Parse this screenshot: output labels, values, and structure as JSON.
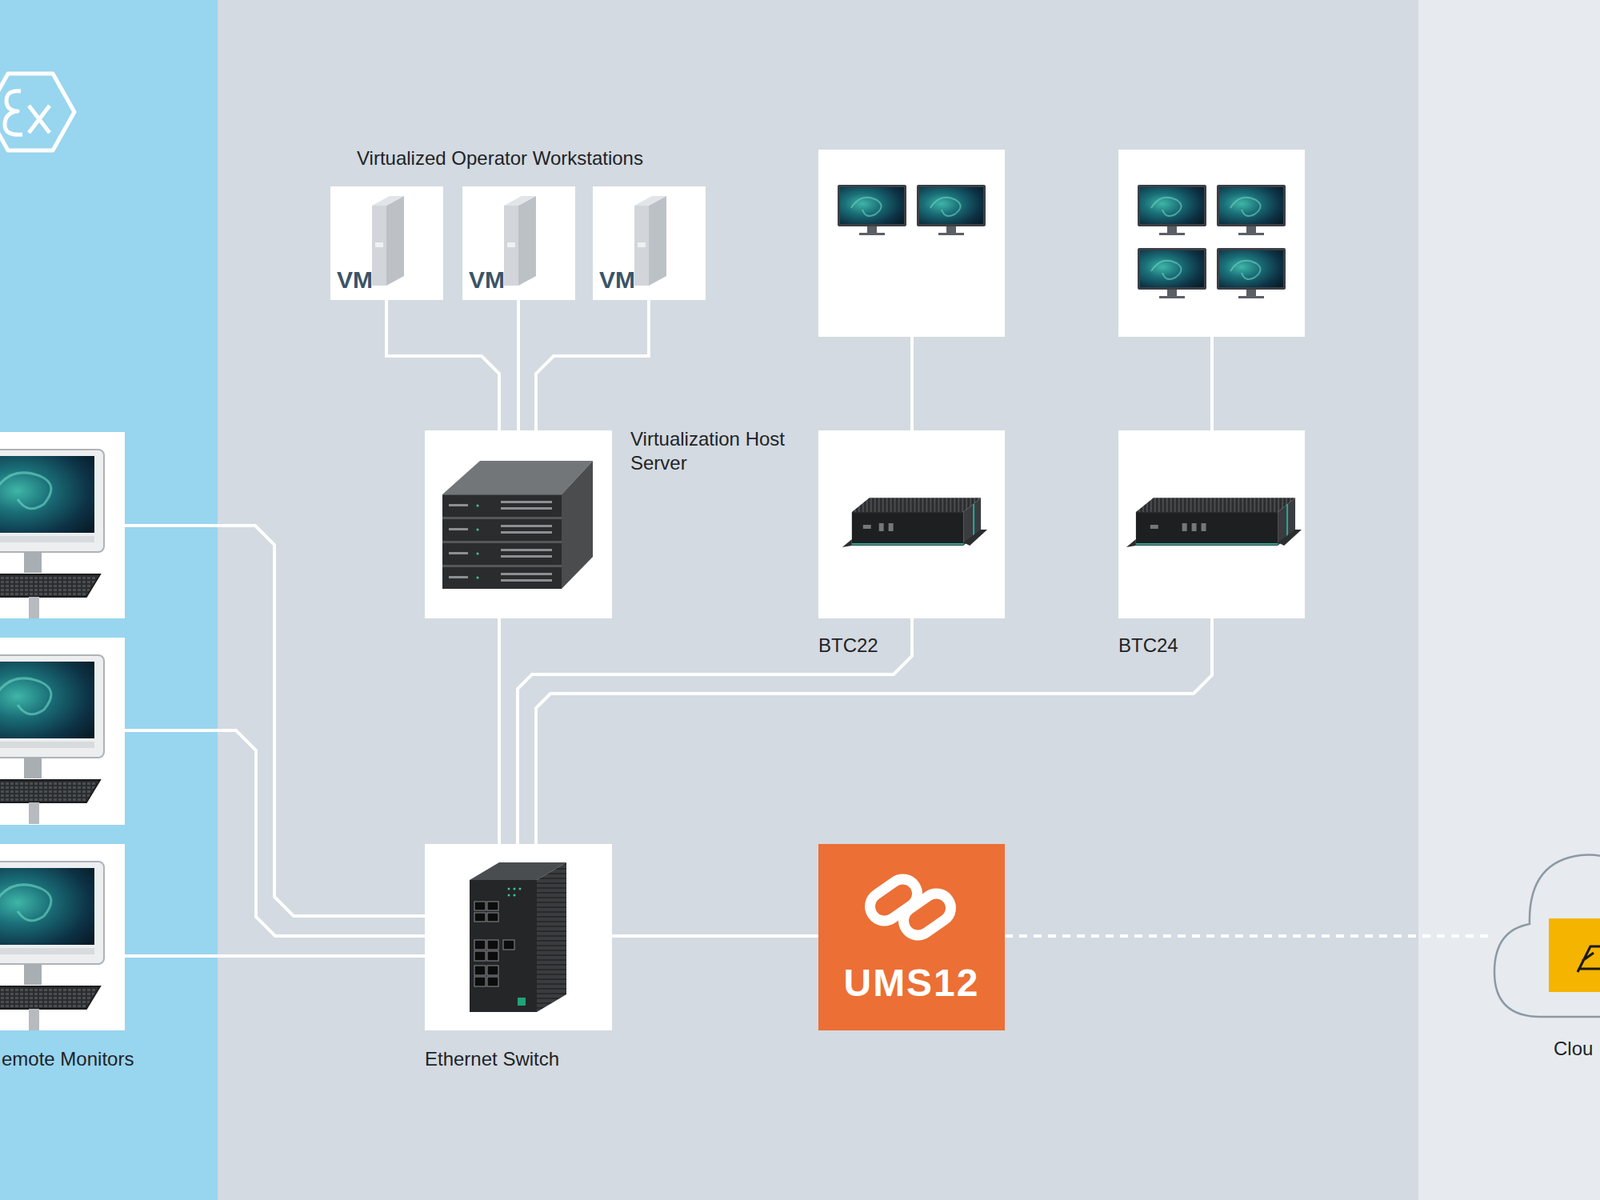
{
  "diagram": {
    "nodes": [
      {
        "text": [
          "VM"
        ]
      },
      {
        "text": [
          "VM"
        ]
      },
      {
        "text": [
          "VM"
        ]
      },
      {
        "text": [
          "Virtualization Host Server"
        ]
      },
      {
        "text": [
          "BTC22"
        ]
      },
      {
        "text": [
          "BTC24"
        ]
      },
      {
        "text": [
          "emote Monitors"
        ]
      },
      {
        "text": [
          "Ethernet Switch"
        ]
      },
      {
        "text": [
          "UMS12"
        ]
      },
      {
        "text": [
          "Clou"
        ]
      }
    ],
    "edges": [
      {
        "from": 0,
        "to": 3,
        "arrow": "none"
      },
      {
        "from": 1,
        "to": 3,
        "arrow": "none"
      },
      {
        "from": 2,
        "to": 3,
        "arrow": "none"
      },
      {
        "from": 3,
        "to": 7,
        "arrow": "none"
      },
      {
        "from": 4,
        "to": 7,
        "arrow": "none"
      },
      {
        "from": 5,
        "to": 7,
        "arrow": "none"
      },
      {
        "from": 6,
        "to": 7,
        "arrow": "none"
      },
      {
        "from": 7,
        "to": 8,
        "arrow": "none"
      },
      {
        "from": 8,
        "to": 9,
        "arrow": "none"
      }
    ],
    "labels": [
      "Virtualized Operator Workstations"
    ]
  }
}
